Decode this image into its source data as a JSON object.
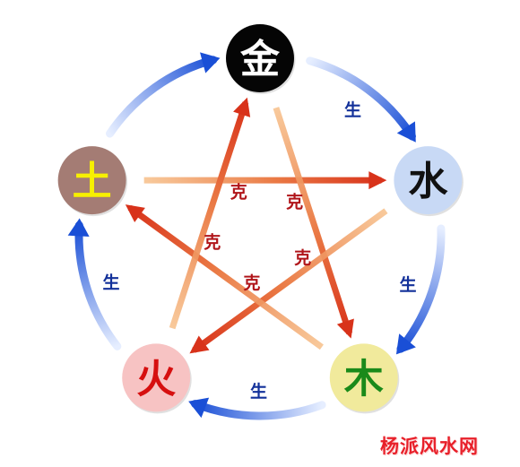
{
  "elements": [
    {
      "id": "jin",
      "label": "金",
      "fill": "#050505",
      "text_color": "#ffffff"
    },
    {
      "id": "shui",
      "label": "水",
      "fill": "#c8d9f5",
      "text_color": "#111111"
    },
    {
      "id": "mu",
      "label": "木",
      "fill": "#f1ea9c",
      "text_color": "#1a8a1a"
    },
    {
      "id": "huo",
      "label": "火",
      "fill": "#f7c3c3",
      "text_color": "#d60f0f"
    },
    {
      "id": "tu",
      "label": "土",
      "fill": "#a47c74",
      "text_color": "#f7f000"
    }
  ],
  "generating": [
    {
      "label": "生",
      "from": "jin",
      "to": "shui"
    },
    {
      "label": "生",
      "from": "shui",
      "to": "mu"
    },
    {
      "label": "生",
      "from": "mu",
      "to": "huo"
    },
    {
      "label": "生",
      "from": "huo",
      "to": "tu"
    },
    {
      "label": "生",
      "from": "tu",
      "to": "jin"
    }
  ],
  "controlling": [
    {
      "label": "克",
      "from": "tu",
      "to": "shui"
    },
    {
      "label": "克",
      "from": "jin",
      "to": "mu"
    },
    {
      "label": "克",
      "from": "shui",
      "to": "huo"
    },
    {
      "label": "克",
      "from": "mu",
      "to": "tu"
    },
    {
      "label": "克",
      "from": "huo",
      "to": "jin"
    }
  ],
  "colors": {
    "generating_arrow": "#1a4fd6",
    "generating_label": "#13319a",
    "controlling_arrow": "#d8321a",
    "controlling_tail": "#f7c08a",
    "controlling_label": "#b0151a"
  },
  "watermark": "杨派风水网"
}
